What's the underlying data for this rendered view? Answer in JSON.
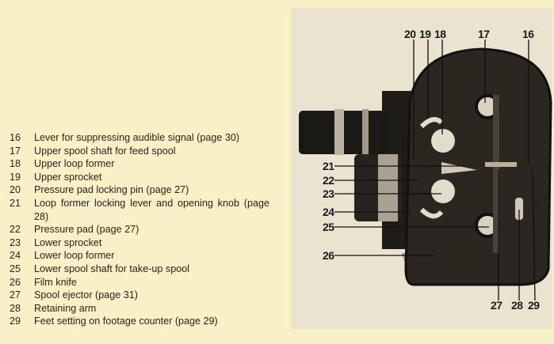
{
  "legend": [
    {
      "num": "16",
      "text": "Lever for suppressing audible signal (page 30)"
    },
    {
      "num": "17",
      "text": "Upper spool shaft for feed spool"
    },
    {
      "num": "18",
      "text": "Upper loop former"
    },
    {
      "num": "19",
      "text": "Upper sprocket"
    },
    {
      "num": "20",
      "text": "Pressure pad locking pin (page 27)"
    },
    {
      "num": "21",
      "text": "Loop former locking lever and opening knob (page 28)"
    },
    {
      "num": "22",
      "text": "Pressure pad (page 27)"
    },
    {
      "num": "23",
      "text": "Lower sprocket"
    },
    {
      "num": "24",
      "text": "Lower loop former"
    },
    {
      "num": "25",
      "text": "Lower spool shaft for take-up spool"
    },
    {
      "num": "26",
      "text": "Film knife"
    },
    {
      "num": "27",
      "text": "Spool ejector (page 31)"
    },
    {
      "num": "28",
      "text": "Retaining arm"
    },
    {
      "num": "29",
      "text": "Feet setting on footage counter (page 29)"
    }
  ],
  "callouts": [
    "16",
    "17",
    "18",
    "19",
    "20",
    "21",
    "22",
    "23",
    "24",
    "25",
    "26",
    "27",
    "28",
    "29"
  ]
}
